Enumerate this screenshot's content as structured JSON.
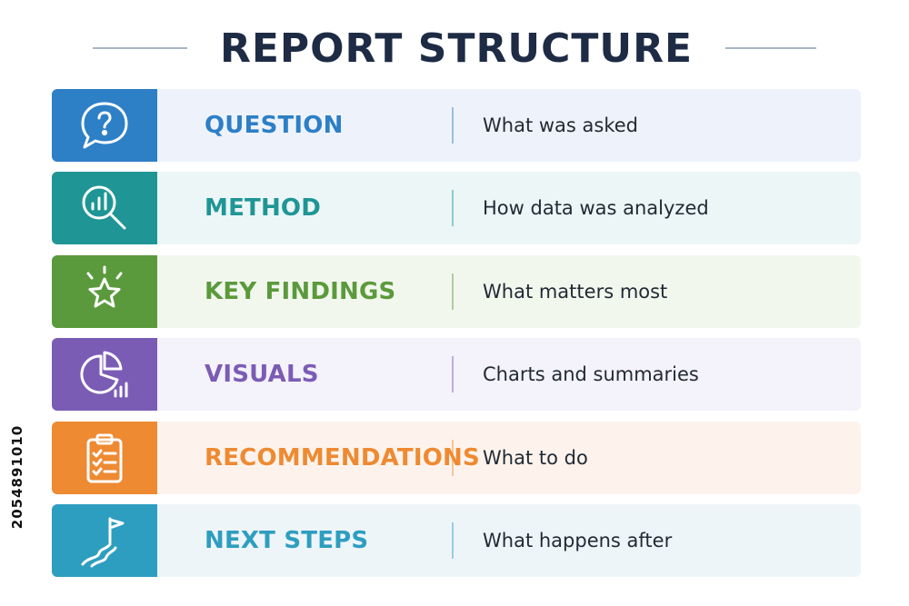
{
  "title": "REPORT STRUCTURE",
  "rows": [
    {
      "label": "QUESTION",
      "description": "What was asked",
      "icon": "question-bubble-icon",
      "color": "#2d7fc6",
      "light": "#eef3fb"
    },
    {
      "label": "METHOD",
      "description": "How data was analyzed",
      "icon": "magnifier-chart-icon",
      "color": "#1f9595",
      "light": "#ecf6f7"
    },
    {
      "label": "KEY FINDINGS",
      "description": "What matters most",
      "icon": "star-icon",
      "color": "#5b9a3c",
      "light": "#f2f7ee"
    },
    {
      "label": "VISUALS",
      "description": "Charts and summaries",
      "icon": "pie-chart-icon",
      "color": "#7b5cb5",
      "light": "#f4f2fa"
    },
    {
      "label": "RECOMMENDATIONS",
      "description": "What to do",
      "icon": "clipboard-checklist-icon",
      "color": "#ee8a32",
      "light": "#fdf3ec"
    },
    {
      "label": "NEXT STEPS",
      "description": "What happens after",
      "icon": "flag-path-icon",
      "color": "#2e9ec0",
      "light": "#eef5f9"
    }
  ],
  "watermark_id": "2054891010"
}
